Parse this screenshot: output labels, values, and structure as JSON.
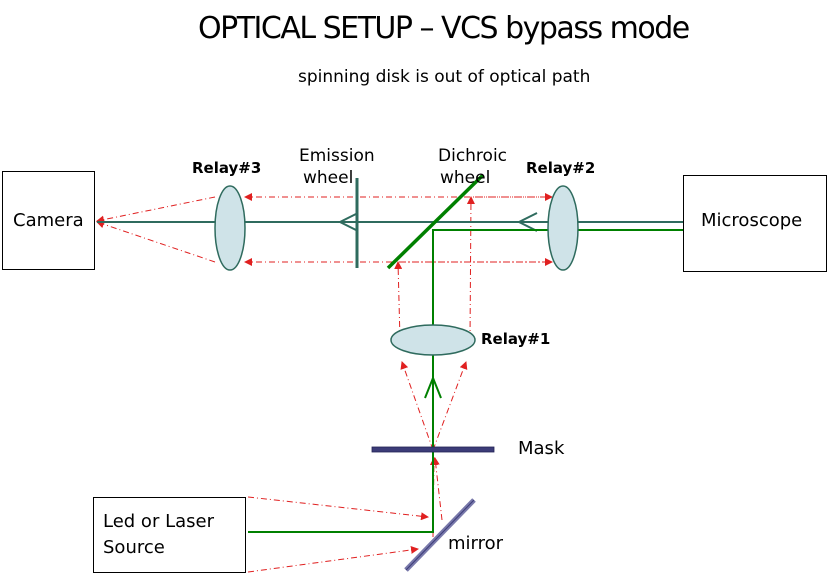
{
  "title": "OPTICAL SETUP – VCS bypass mode",
  "subtitle": "spinning disk is out of optical path",
  "boxes": {
    "camera": "Camera",
    "microscope": "Microscope",
    "source_line1": "Led or Laser",
    "source_line2": "Source"
  },
  "labels": {
    "relay3": "Relay#3",
    "relay2": "Relay#2",
    "relay1": "Relay#1",
    "emission_line1": "Emission",
    "emission_line2": "wheel",
    "dichroic_line1": "Dichroic",
    "dichroic_line2": "wheel",
    "mask": "Mask",
    "mirror": "mirror"
  },
  "colors": {
    "emission_path": "#2f6b5e",
    "excitation_path": "#008000",
    "ray": "#e02020",
    "lens_fill": "#cfe3e8",
    "mask": "#3c3c78",
    "mirror": "#7878aa"
  }
}
